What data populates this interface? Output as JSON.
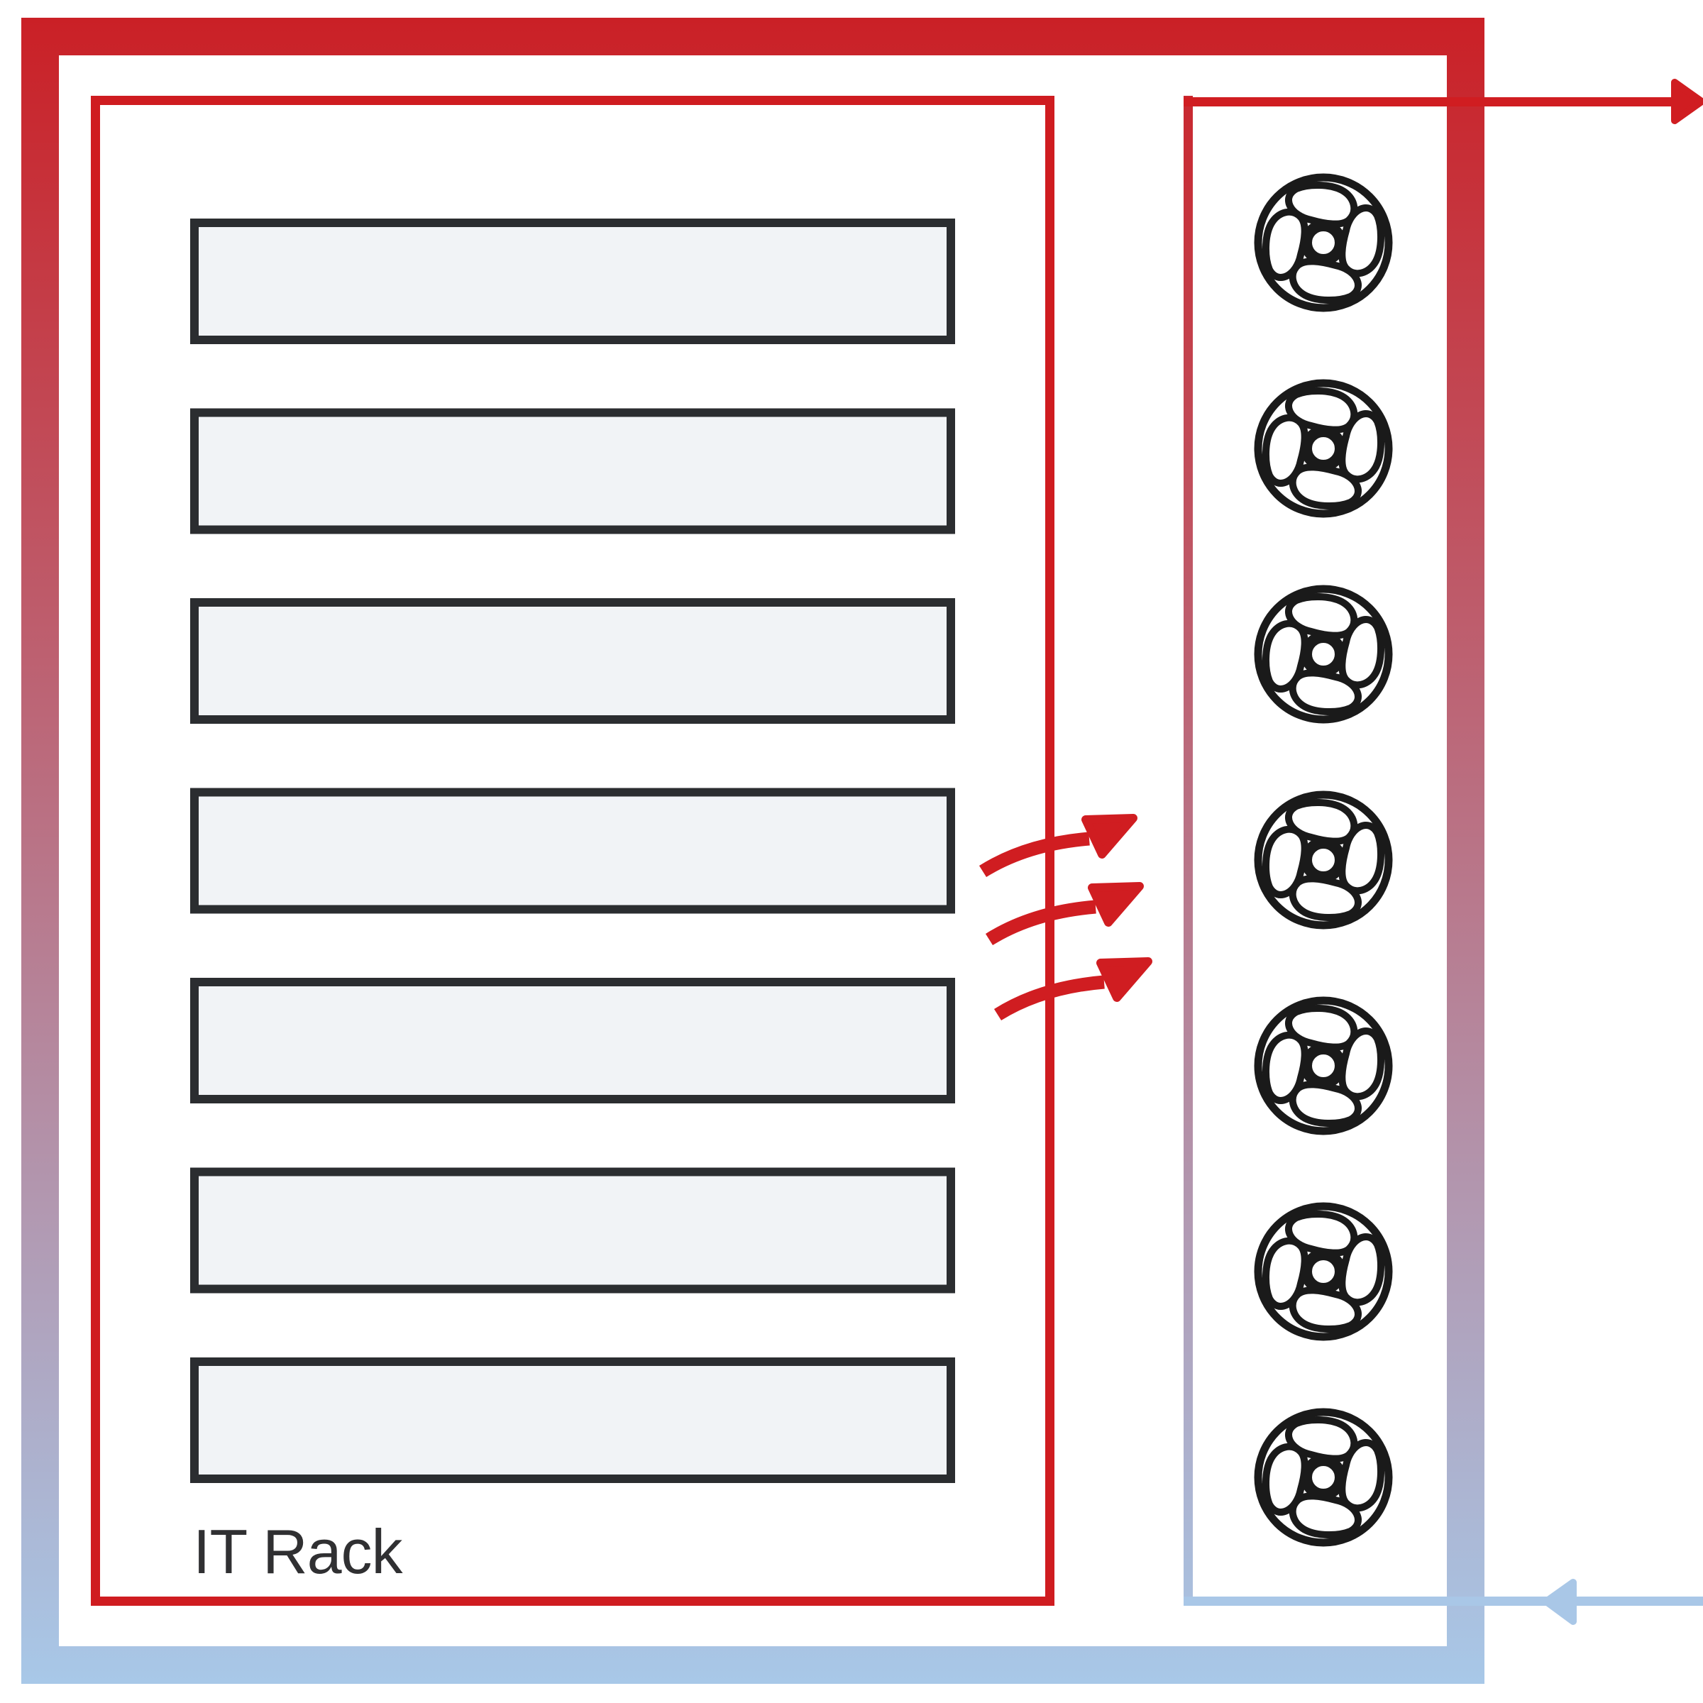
{
  "diagram": {
    "label": "IT Rack",
    "servers": {
      "count": 7
    },
    "fans": {
      "count": 7
    },
    "flow": {
      "exhaust_arrow_count": 3,
      "hot_out_direction": "right",
      "cold_in_direction": "left"
    },
    "colors": {
      "background": "#ffffff",
      "hot": "#ca2026",
      "cold": "#a8c8e8",
      "arrow_red": "#d01d21",
      "arrow_blue": "#a9c7e7",
      "rack_border": "#cf1c20",
      "server_border": "#2b2d30",
      "server_fill": "#f1f3f6",
      "fan_stroke": "#1a1a1a",
      "fan_fill": "#ffffff",
      "label_color": "#303032"
    }
  }
}
